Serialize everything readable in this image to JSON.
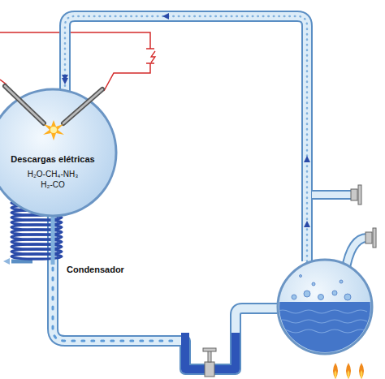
{
  "diagram": {
    "nodes": [
      {
        "text": [
          "Descargas elétricas",
          "H₂O-CH₄-NH₃",
          "H₂-CO"
        ]
      }
    ],
    "labels": [
      "Condensador"
    ]
  }
}
